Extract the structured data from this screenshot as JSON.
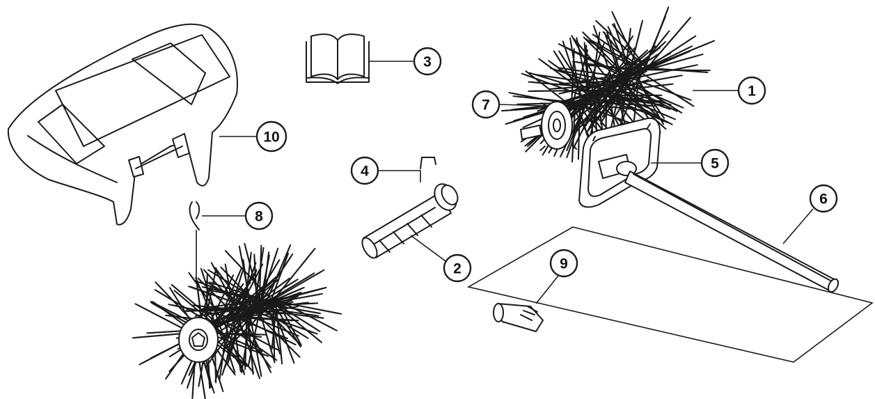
{
  "callouts": [
    {
      "id": "1",
      "label": "1"
    },
    {
      "id": "2",
      "label": "2"
    },
    {
      "id": "3",
      "label": "3"
    },
    {
      "id": "4",
      "label": "4"
    },
    {
      "id": "5",
      "label": "5"
    },
    {
      "id": "6",
      "label": "6"
    },
    {
      "id": "7",
      "label": "7"
    },
    {
      "id": "8",
      "label": "8"
    },
    {
      "id": "9",
      "label": "9"
    },
    {
      "id": "10",
      "label": "10"
    }
  ],
  "colors": {
    "line": "#1a1a1a",
    "background": "#ffffff"
  },
  "icons": [
    "brush-head-assembly-icon",
    "drive-shaft-icon",
    "manual-book-icon",
    "clip-icon",
    "gear-housing-icon",
    "shaft-tube-icon",
    "drive-gear-icon",
    "pin-icon",
    "coupler-icon",
    "debris-shield-icon",
    "spare-brush-icon"
  ]
}
